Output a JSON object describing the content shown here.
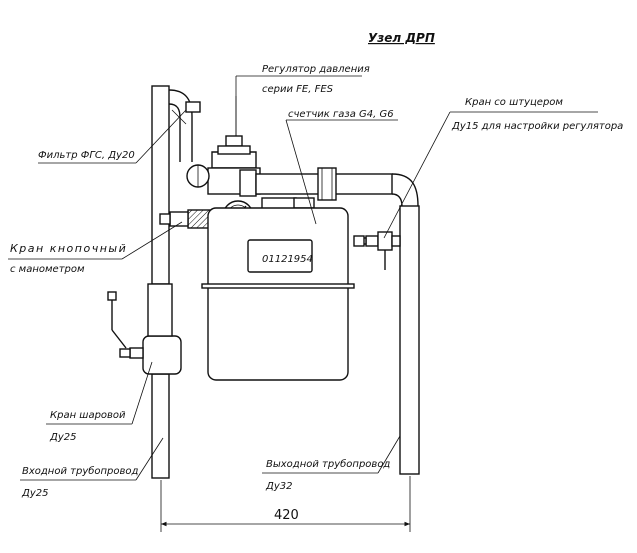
{
  "title": "Узел ДРП",
  "labels": {
    "regulator_line1": "Регулятор давления",
    "regulator_line2": "серии FE, FES",
    "meter": "счетчик газа G4, G6",
    "valve_fitting_line1": "Кран со штуцером",
    "valve_fitting_line2": "Ду15 для настройки регулятора",
    "filter": "Фильтр ФГС, Ду20",
    "push_valve_line1": "Кран кнопочный",
    "push_valve_line2": "с манометром",
    "ball_valve_line1": "Кран шаровой",
    "ball_valve_line2": "Ду25",
    "inlet_line1": "Входной трубопровод",
    "inlet_line2": "Ду25",
    "outlet_line1": "Выходной трубопровод",
    "outlet_line2": "Ду32"
  },
  "meter_counter": "01121954",
  "dimension": "420"
}
